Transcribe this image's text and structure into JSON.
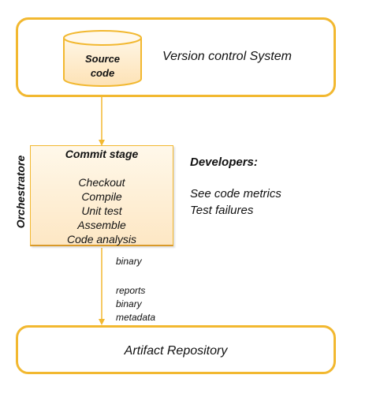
{
  "version_control": {
    "label": "Version control System",
    "source_code_line1": "Source",
    "source_code_line2": "code"
  },
  "orchestrator": {
    "label": "Orchestratore"
  },
  "commit_stage": {
    "title": "Commit stage",
    "steps": [
      "Checkout",
      "Compile",
      "Unit test",
      "Assemble",
      "Code analysis"
    ]
  },
  "developers": {
    "heading": "Developers:",
    "items": [
      "See code metrics",
      "Test failures"
    ]
  },
  "flow": {
    "labels": [
      "binary",
      "reports",
      "binary",
      "metadata"
    ]
  },
  "artifact_repository": {
    "label": "Artifact Repository"
  },
  "colors": {
    "border": "#f2b830",
    "cylinder_fill": "#fde7c4",
    "commit_fill": "#fde7c4"
  }
}
